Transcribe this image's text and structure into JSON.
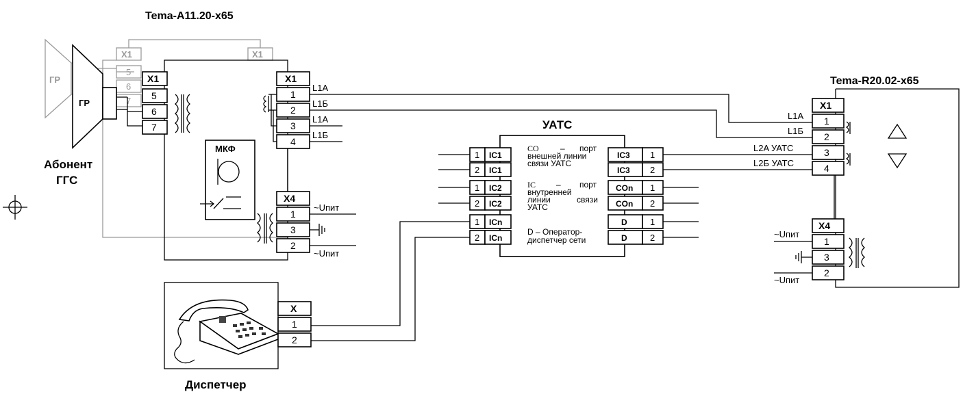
{
  "titles": {
    "panel_a": "Tema-A11.20-x65",
    "panel_r": "Tema-R20.02-x65",
    "pbx": "УАТС",
    "subscriber_line1": "Абонент",
    "subscriber_line2": "ГГС",
    "dispatcher": "Диспетчер"
  },
  "loudspeaker": {
    "label": "ГР"
  },
  "microphone": {
    "label": "МКФ"
  },
  "connectors": {
    "x1": "X1",
    "x4": "X4",
    "x": "X",
    "pins": {
      "p1": "1",
      "p2": "2",
      "p3": "3",
      "p4": "4",
      "p5": "5",
      "p6": "6",
      "p7": "7"
    }
  },
  "lines": {
    "l1a": "L1A",
    "l1b": "L1Б",
    "l1a_r": "L1A",
    "l1b_r": "L1Б",
    "l2a": "L2A УАТС",
    "l2b": "L2Б УАТС"
  },
  "power": {
    "label": "~Uпит"
  },
  "pbx_ports": {
    "left": [
      "IC1",
      "IC1",
      "IC2",
      "IC2",
      "ICn",
      "ICn"
    ],
    "left_pins": [
      "1",
      "2",
      "1",
      "2",
      "1",
      "2"
    ],
    "right": [
      "IC3",
      "IC3",
      "COn",
      "COn",
      "D",
      "D"
    ],
    "right_pins": [
      "1",
      "2",
      "1",
      "2",
      "1",
      "2"
    ]
  },
  "legend": {
    "co_abbr": "CO",
    "co_dash": "–",
    "co_word": "порт",
    "co_line2": "внешней линии",
    "co_line3": "связи УАТС",
    "ic_abbr": "IC",
    "ic_dash": "–",
    "ic_word": "порт",
    "ic_line2": "внутренней",
    "ic_line3a": "линии",
    "ic_line3b": "связи",
    "ic_line4": "УАТС",
    "d_line1": "D – Оператор-",
    "d_line2": "диспетчер сети"
  }
}
